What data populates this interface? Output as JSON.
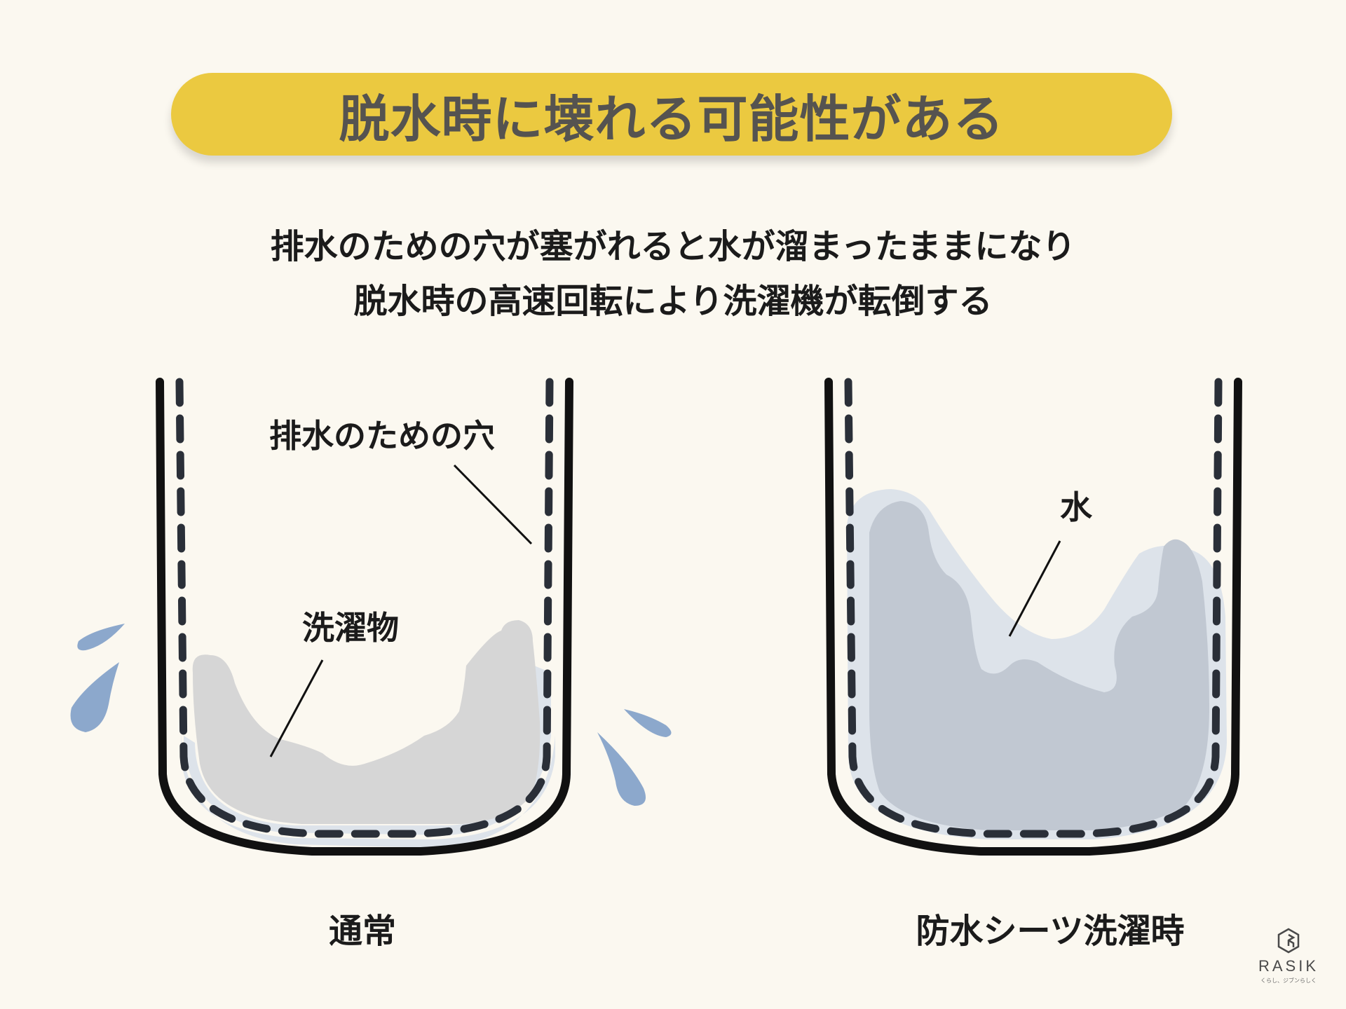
{
  "title": "脱水時に壊れる可能性がある",
  "description": {
    "line1": "排水のための穴が塞がれると水が溜まったままになり",
    "line2": "脱水時の高速回転により洗濯機が転倒する"
  },
  "left_panel": {
    "caption": "通常",
    "label_holes": "排水のための穴",
    "label_laundry": "洗濯物"
  },
  "right_panel": {
    "caption": "防水シーツ洗濯時",
    "label_water": "水"
  },
  "logo": {
    "name": "RASIK",
    "tagline": "くらし、ジブンらしく"
  },
  "colors": {
    "background": "#fbf8f0",
    "title_bar": "#ebc940",
    "drum_outline": "#111111",
    "drum_holes": "#2a2f38",
    "laundry": "#d6d6d6",
    "water": "#dde3ea",
    "water_deep": "#c1c8d2",
    "droplets": "#8ca8cc"
  }
}
